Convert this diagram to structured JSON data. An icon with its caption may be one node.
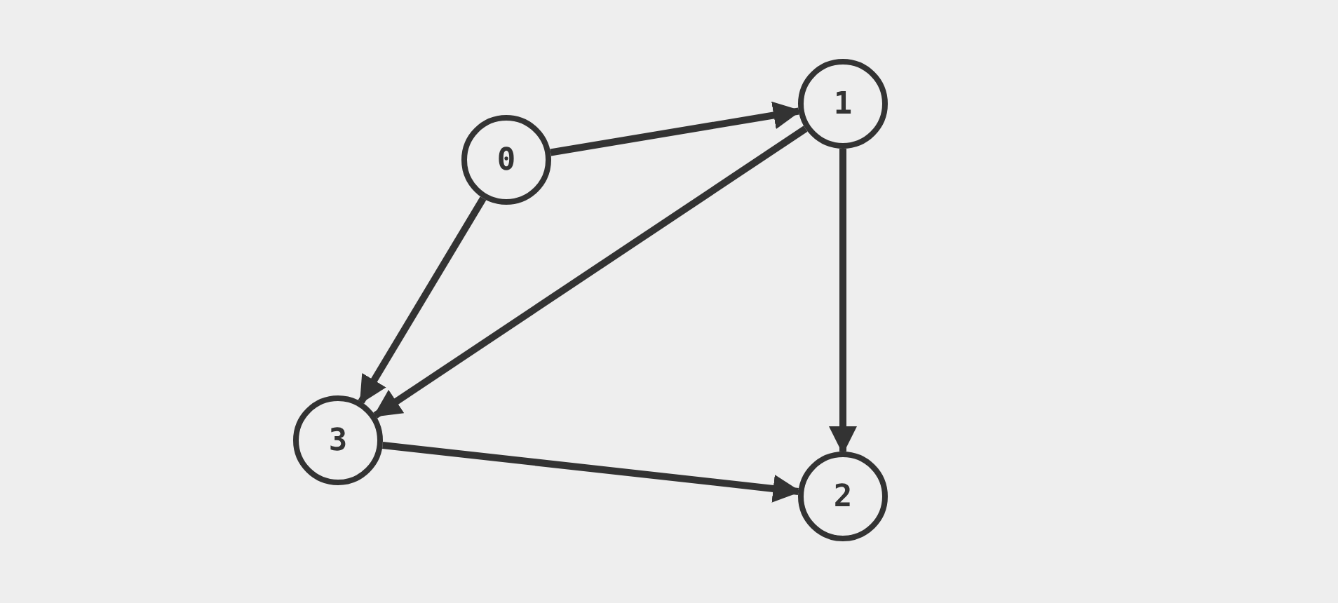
{
  "diagram": {
    "nodes": [
      {
        "text": [
          "0"
        ]
      },
      {
        "text": [
          "1"
        ]
      },
      {
        "text": [
          "2"
        ]
      },
      {
        "text": [
          "3"
        ]
      }
    ],
    "edges": [
      {
        "from": 0,
        "to": 1,
        "arrow": "to"
      },
      {
        "from": 0,
        "to": 3,
        "arrow": "to"
      },
      {
        "from": 1,
        "to": 3,
        "arrow": "to"
      },
      {
        "from": 1,
        "to": 2,
        "arrow": "to"
      },
      {
        "from": 3,
        "to": 2,
        "arrow": "to"
      }
    ]
  }
}
